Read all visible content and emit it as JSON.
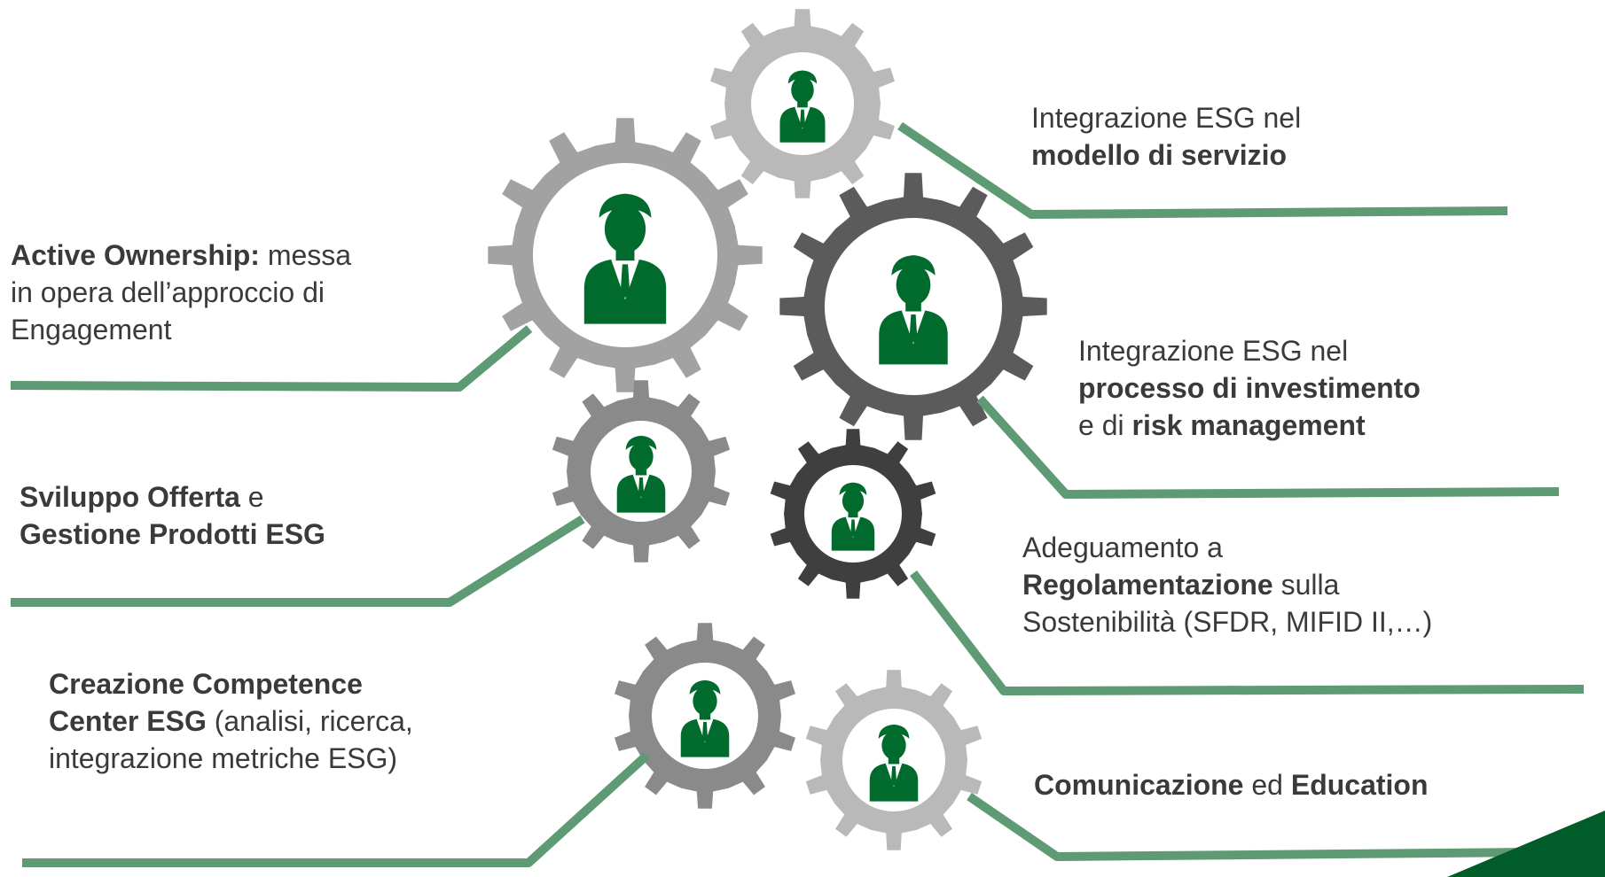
{
  "colors": {
    "accent_green": "#006b2d",
    "connector_green": "#5e9a74",
    "corner_green": "#005c28",
    "gear_light": "#b9b9b9",
    "gear_mid": "#8a8a8a",
    "gear_silver": "#a2a2a2",
    "gear_dark": "#5b5b5b",
    "gear_darkest": "#3f3f3f",
    "text": "#3a3a3a"
  },
  "gear_icon": "gear-with-person-icon",
  "labels": {
    "modello": {
      "l1": "Integrazione ESG nel",
      "l2": "modello di servizio"
    },
    "active": {
      "l1_bold": "Active Ownership:",
      "l1_rest": " messa",
      "l2": "in opera dell’approccio di",
      "l3": "Engagement"
    },
    "processo": {
      "l1": "Integrazione ESG nel",
      "l2": "processo di investimento",
      "l3_pre": "e di ",
      "l3_bold": "risk management"
    },
    "sviluppo": {
      "l1_bold": "Sviluppo Offerta",
      "l1_rest": " e",
      "l2": "Gestione Prodotti ESG"
    },
    "adeguamento": {
      "l1": "Adeguamento a",
      "l2_bold": "Regolamentazione",
      "l2_rest": " sulla",
      "l3": "Sostenibilità (SFDR, MIFID II,…)"
    },
    "creazione": {
      "l1": "Creazione Competence",
      "l2_bold": "Center ESG",
      "l2_rest": " (analisi, ricerca,",
      "l3": "integrazione metriche ESG)"
    },
    "comunicazione": {
      "bold1": "Comunicazione",
      "mid": " ed ",
      "bold2": "Education"
    }
  }
}
